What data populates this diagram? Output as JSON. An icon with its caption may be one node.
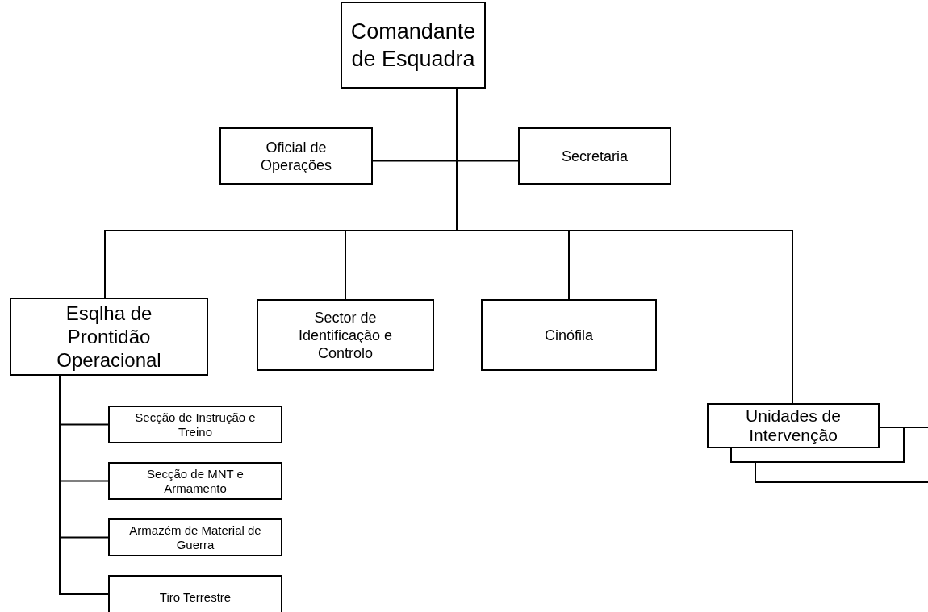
{
  "diagram": {
    "nodes": [
      {
        "text": [
          "Comandante de Esquadra"
        ]
      },
      {
        "text": [
          "Oficial de Operações"
        ]
      },
      {
        "text": [
          "Secretaria"
        ]
      },
      {
        "text": [
          "Esqlha de Prontidão Operacional"
        ]
      },
      {
        "text": [
          "Sector de Identificação e Controlo"
        ]
      },
      {
        "text": [
          "Cinófila"
        ]
      },
      {
        "text": [
          "Unidades de Intervenção"
        ]
      },
      {
        "text": [
          "Secção de Instrução e Treino"
        ]
      },
      {
        "text": [
          "Secção de MNT e Armamento"
        ]
      },
      {
        "text": [
          "Armazém de Material de Guerra"
        ]
      },
      {
        "text": [
          "Tiro Terrestre"
        ]
      }
    ],
    "edges": [
      {
        "from": 0,
        "to": 1,
        "arrow": "none"
      },
      {
        "from": 0,
        "to": 2,
        "arrow": "none"
      },
      {
        "from": 0,
        "to": 3,
        "arrow": "none"
      },
      {
        "from": 0,
        "to": 4,
        "arrow": "none"
      },
      {
        "from": 0,
        "to": 5,
        "arrow": "none"
      },
      {
        "from": 0,
        "to": 6,
        "arrow": "none"
      },
      {
        "from": 3,
        "to": 7,
        "arrow": "none"
      },
      {
        "from": 3,
        "to": 8,
        "arrow": "none"
      },
      {
        "from": 3,
        "to": 9,
        "arrow": "none"
      },
      {
        "from": 3,
        "to": 10,
        "arrow": "none"
      }
    ]
  }
}
